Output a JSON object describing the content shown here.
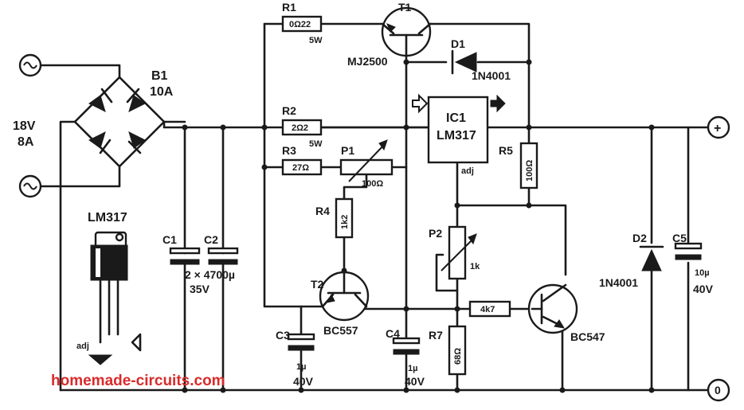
{
  "input": {
    "voltage": "18V",
    "current": "8A"
  },
  "bridge": {
    "ref": "B1",
    "rating": "10A"
  },
  "capacitors": {
    "c1": {
      "ref": "C1"
    },
    "c2": {
      "ref": "C2",
      "value": "2 × 4700µ",
      "voltage": "35V"
    },
    "c3": {
      "ref": "C3",
      "value": "1µ",
      "voltage": "40V"
    },
    "c4": {
      "ref": "C4",
      "value": "1µ",
      "voltage": "40V"
    },
    "c5": {
      "ref": "C5",
      "value": "10µ",
      "voltage": "40V"
    }
  },
  "resistors": {
    "r1": {
      "ref": "R1",
      "value": "0Ω22",
      "power": "5W"
    },
    "r2": {
      "ref": "R2",
      "value": "2Ω2",
      "power": "5W"
    },
    "r3": {
      "ref": "R3",
      "value": "27Ω"
    },
    "r4": {
      "ref": "R4",
      "value": "1k2"
    },
    "r5": {
      "ref": "R5",
      "value": "100Ω"
    },
    "r7": {
      "ref": "R7",
      "value": "68Ω"
    },
    "rb": {
      "value": "4k7"
    }
  },
  "pots": {
    "p1": {
      "ref": "P1",
      "value": "100Ω"
    },
    "p2": {
      "ref": "P2",
      "value": "1k"
    }
  },
  "transistors": {
    "t1": {
      "ref": "T1",
      "part": "MJ2500"
    },
    "t2": {
      "ref": "T2",
      "part": "BC557"
    },
    "t3": {
      "part": "BC547"
    }
  },
  "diodes": {
    "d1": {
      "ref": "D1",
      "part": "1N4001"
    },
    "d2": {
      "ref": "D2",
      "part": "1N4001"
    }
  },
  "regulator": {
    "ref": "IC1",
    "part": "LM317",
    "adj": "adj"
  },
  "package": {
    "part": "LM317",
    "adj": "adj"
  },
  "terminals": {
    "plus": "+",
    "zero": "0"
  },
  "watermark": "homemade-circuits.com"
}
